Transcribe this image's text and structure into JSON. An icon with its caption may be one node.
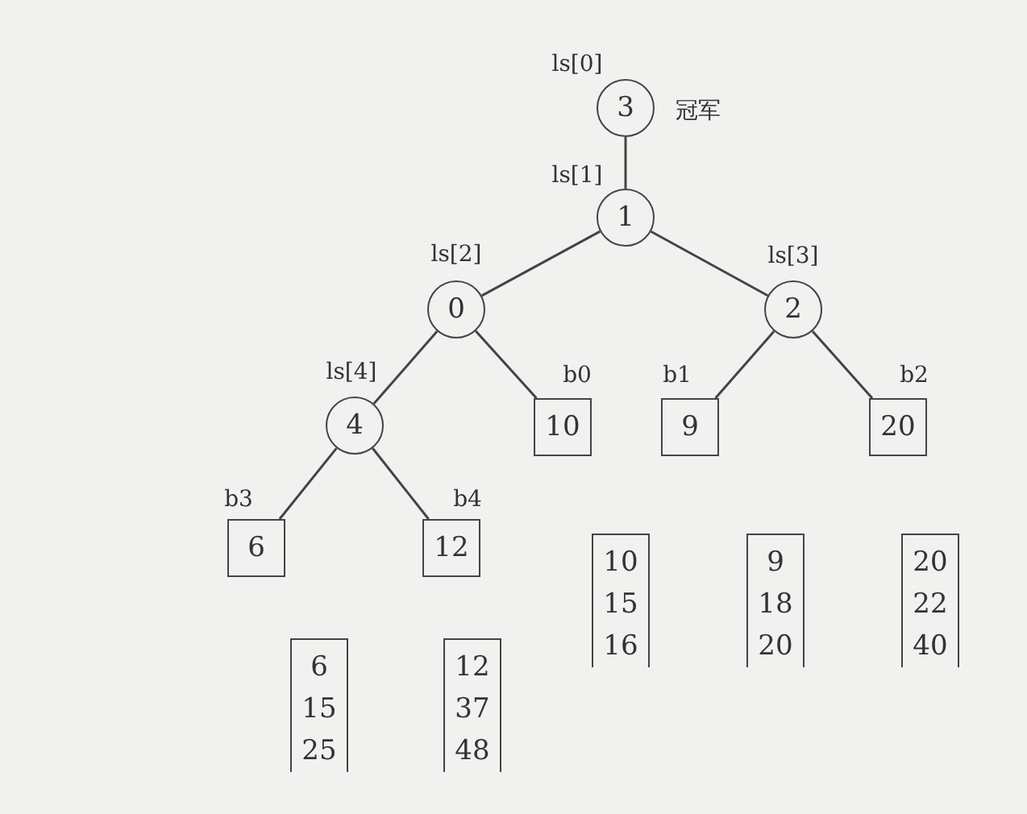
{
  "diagram": {
    "nodes": [
      {
        "text": [
          "3"
        ],
        "beside": [
          "ls[0]",
          "冠军"
        ]
      },
      {
        "text": [
          "1"
        ],
        "beside": [
          "ls[1]"
        ]
      },
      {
        "text": [
          "0"
        ],
        "beside": [
          "ls[2]"
        ]
      },
      {
        "text": [
          "2"
        ],
        "beside": [
          "ls[3]"
        ]
      },
      {
        "text": [
          "4"
        ],
        "beside": [
          "ls[4]"
        ]
      },
      {
        "text": [
          "10"
        ],
        "beside": [
          "b0"
        ]
      },
      {
        "text": [
          "9"
        ],
        "beside": [
          "b1"
        ]
      },
      {
        "text": [
          "20"
        ],
        "beside": [
          "b2"
        ]
      },
      {
        "text": [
          "6"
        ],
        "beside": [
          "b3"
        ]
      },
      {
        "text": [
          "12"
        ],
        "beside": [
          "b4"
        ]
      },
      {
        "text": [
          "10",
          "15",
          "16"
        ]
      },
      {
        "text": [
          "9",
          "18",
          "20"
        ]
      },
      {
        "text": [
          "20",
          "22",
          "40"
        ]
      },
      {
        "text": [
          "6",
          "15",
          "25"
        ]
      },
      {
        "text": [
          "12",
          "37",
          "48"
        ]
      }
    ],
    "edges": [
      {
        "from": 0,
        "to": 1,
        "arrow": "none"
      },
      {
        "from": 1,
        "to": 2,
        "arrow": "none"
      },
      {
        "from": 1,
        "to": 3,
        "arrow": "none"
      },
      {
        "from": 2,
        "to": 4,
        "arrow": "none"
      },
      {
        "from": 2,
        "to": 5,
        "arrow": "none"
      },
      {
        "from": 3,
        "to": 6,
        "arrow": "none"
      },
      {
        "from": 3,
        "to": 7,
        "arrow": "none"
      },
      {
        "from": 4,
        "to": 8,
        "arrow": "none"
      },
      {
        "from": 4,
        "to": 9,
        "arrow": "none"
      }
    ]
  }
}
